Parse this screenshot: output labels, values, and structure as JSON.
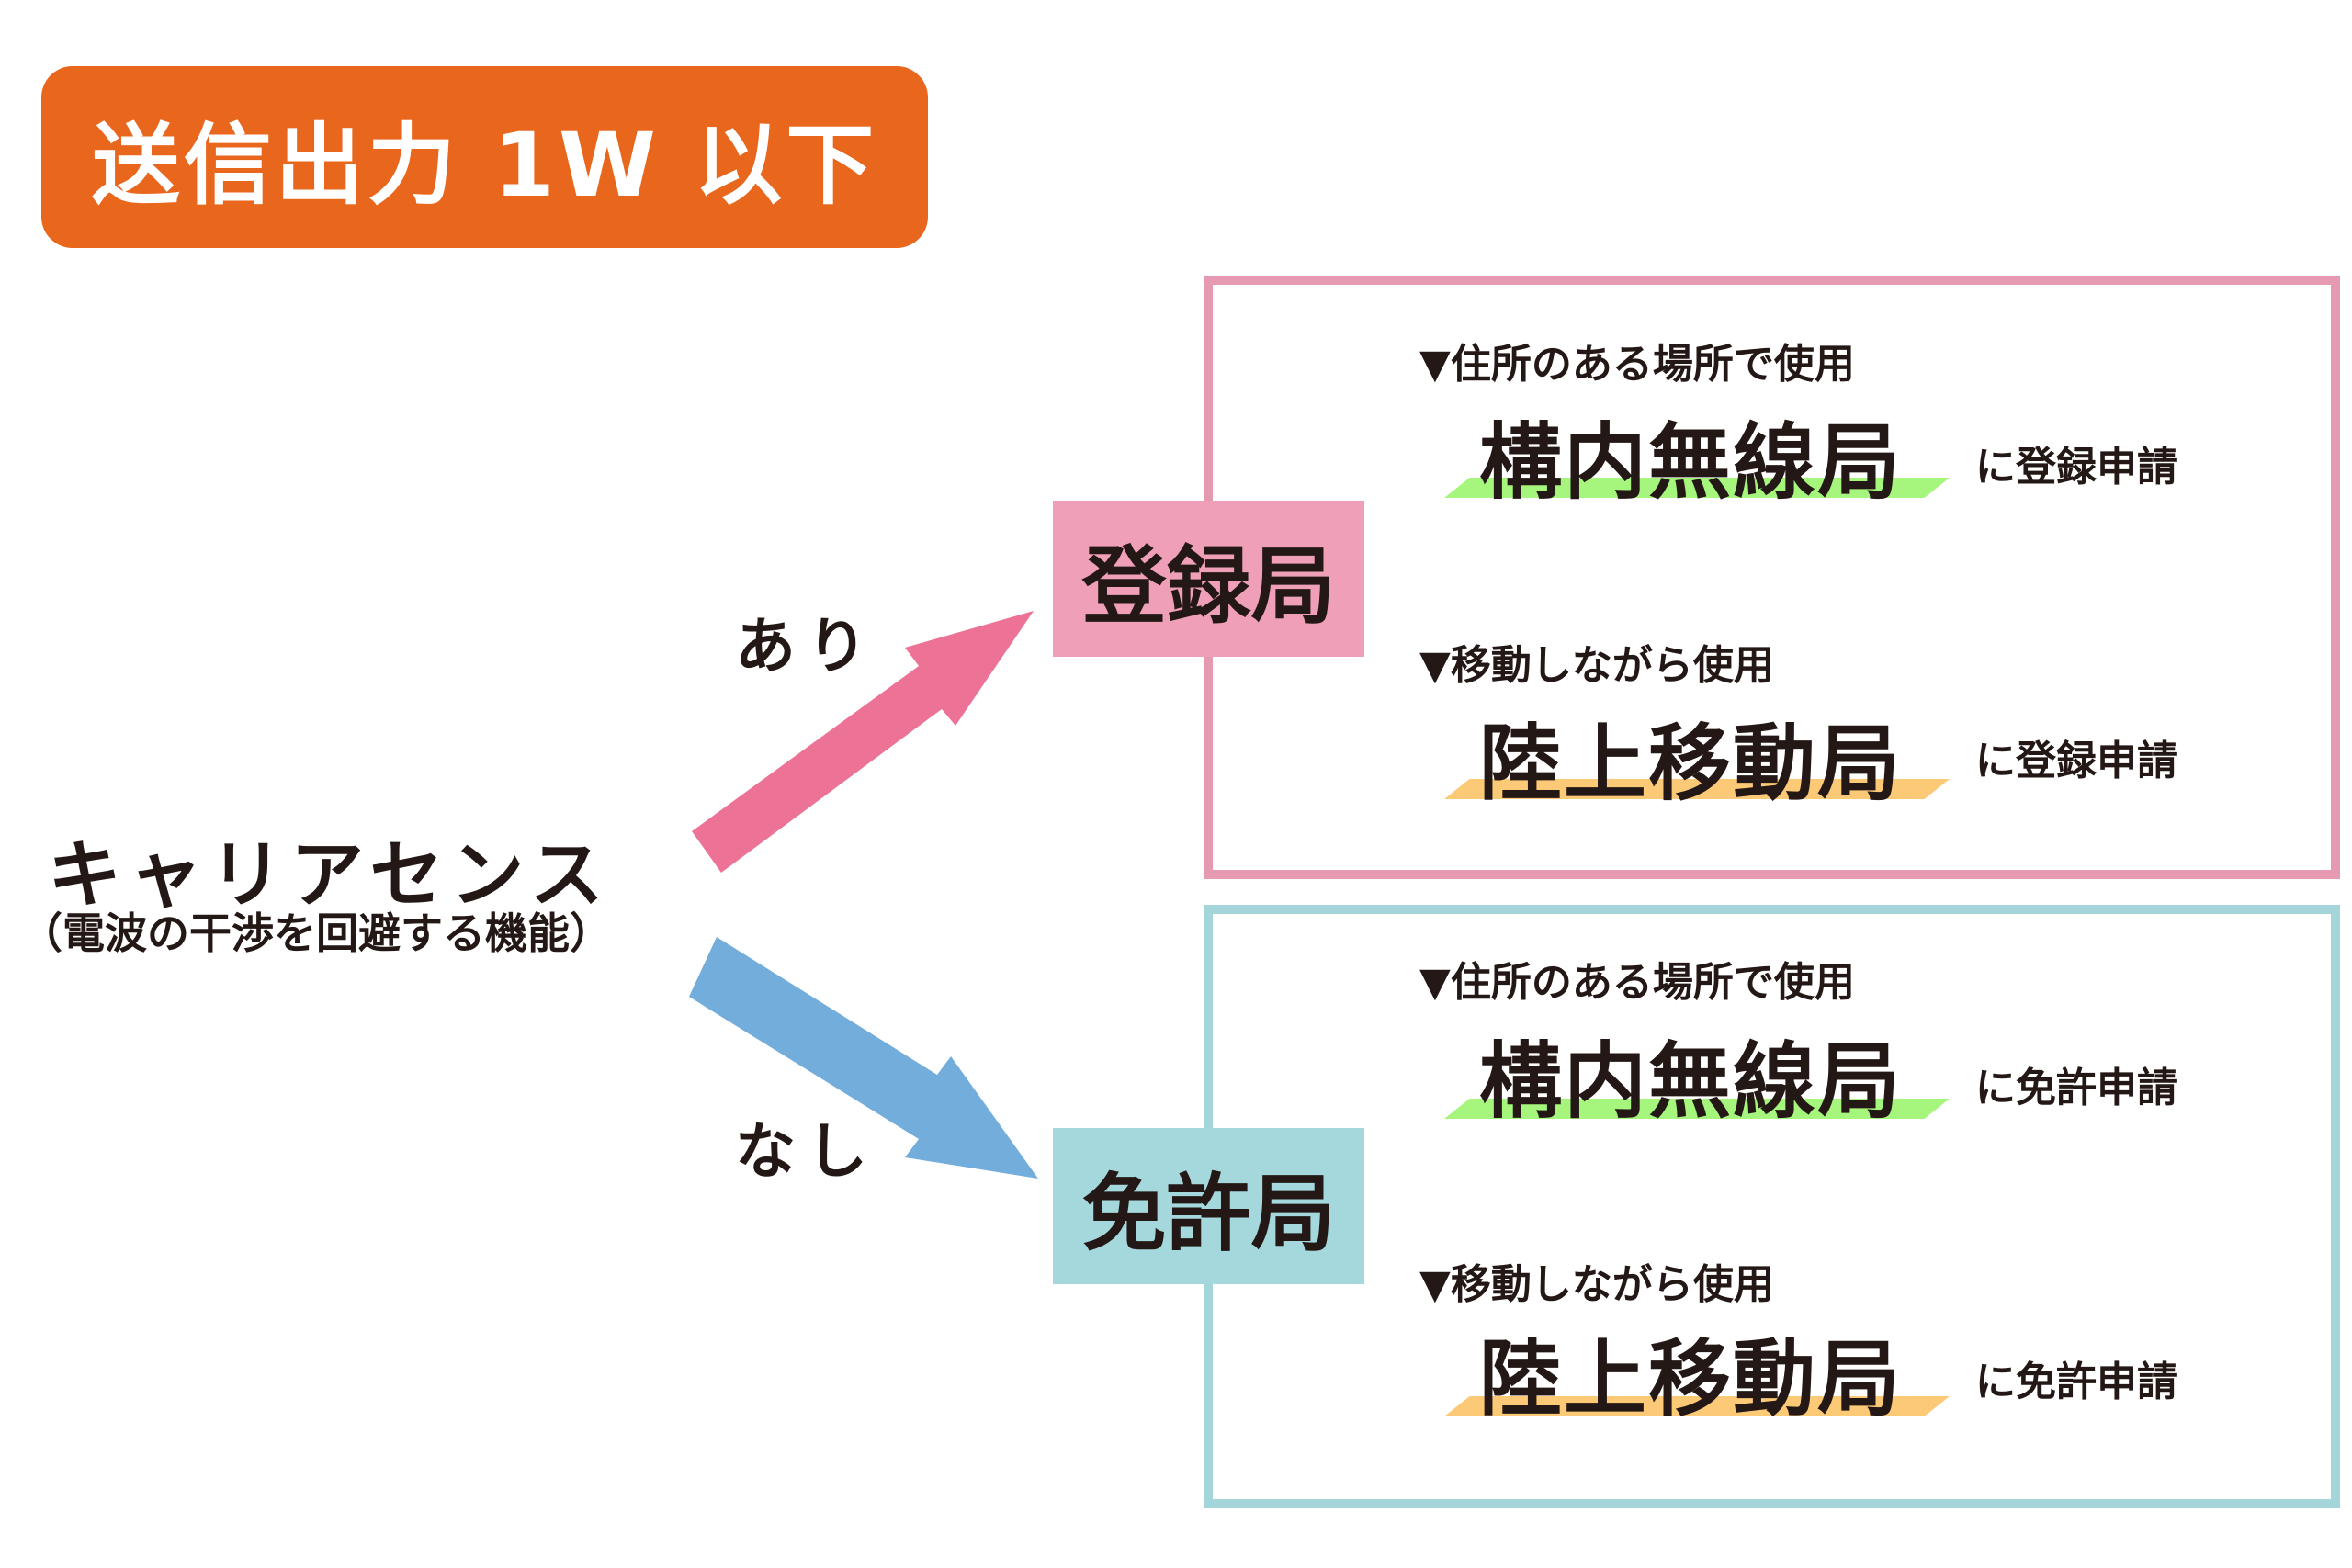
{
  "title": "送信出力 1W 以下",
  "root": {
    "label": "キャリアセンス",
    "sublabel": "（電波の干渉を回避する機能）"
  },
  "branches": [
    {
      "condition": "あり",
      "category": "登録局",
      "color": "#ed7396",
      "box_color": "#f09fb8",
      "border_color": "#e69ab2",
      "items": [
        {
          "usage": "▼住所のある場所で使用",
          "station": "構内無線局",
          "action": "に登録申請",
          "highlight": "#a6f57c"
        },
        {
          "usage": "▼移動しながら使用",
          "station": "陸上移動局",
          "action": "に登録申請",
          "highlight": "#fcc976"
        }
      ]
    },
    {
      "condition": "なし",
      "category": "免許局",
      "color": "#72addc",
      "box_color": "#a5d8dd",
      "border_color": "#a4d5da",
      "items": [
        {
          "usage": "▼住所のある場所で使用",
          "station": "構内無線局",
          "action": "に免許申請",
          "highlight": "#a6f57c"
        },
        {
          "usage": "▼移動しながら使用",
          "station": "陸上移動局",
          "action": "に免許申請",
          "highlight": "#fcc976"
        }
      ]
    }
  ],
  "colors": {
    "title_bg": "#e9661d",
    "text": "#231815"
  }
}
